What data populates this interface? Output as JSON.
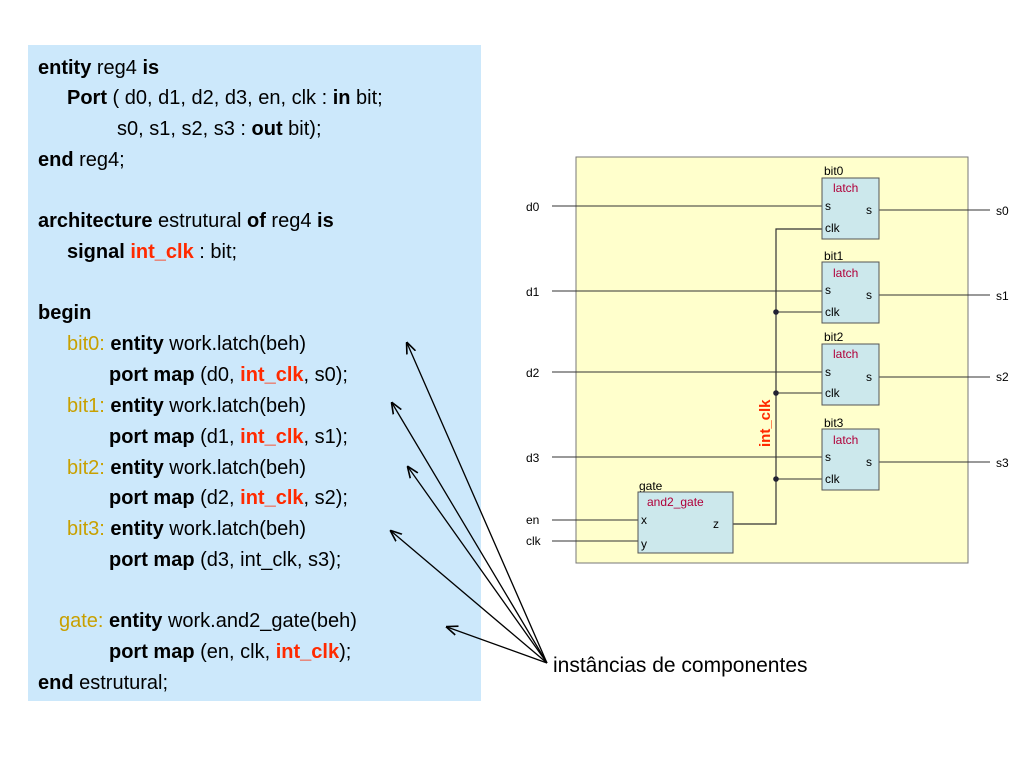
{
  "code": {
    "l1": {
      "k1": "entity",
      "t1": " reg4 ",
      "k2": "is"
    },
    "l2": {
      "k1": "Port",
      "t1": " ( d0, d1, d2, d3, en, clk : ",
      "k2": "in",
      "t2": " bit;"
    },
    "l3": {
      "t1": "s0, s1, s2, s3 : ",
      "k1": "out",
      "t2": " bit);"
    },
    "l4": {
      "k1": "end",
      "t1": " reg4;"
    },
    "l5": {
      "k1": "architecture",
      "t1": " estrutural ",
      "k2": "of",
      "t2": " reg4 ",
      "k3": "is"
    },
    "l6": {
      "k1": "signal",
      "s1": "int_clk",
      "t1": " : bit;"
    },
    "l7": {
      "k1": "begin"
    },
    "inst": [
      {
        "label": "bit0:",
        "k1": "entity",
        "t1": " work.latch(beh)",
        "k2": "port map",
        "t2": " (d0, ",
        "s1": "int_clk",
        "t3": ", s0);"
      },
      {
        "label": "bit1:",
        "k1": "entity",
        "t1": " work.latch(beh)",
        "k2": "port map",
        "t2": " (d1, ",
        "s1": "int_clk",
        "t3": ", s1);"
      },
      {
        "label": "bit2:",
        "k1": "entity",
        "t1": " work.latch(beh)",
        "k2": "port map",
        "t2": " (d2, ",
        "s1": "int_clk",
        "t3": ", s2);"
      },
      {
        "label": "bit3:",
        "k1": "entity",
        "t1": " work.latch(beh)",
        "k2": "port map",
        "t2": " (d3, int_clk, s3);"
      }
    ],
    "gate": {
      "label": "gate:",
      "k1": "entity",
      "t1": " work.and2_gate(beh)",
      "k2": "port map",
      "t2": " (en, clk, ",
      "s1": "int_clk",
      "t3": ");"
    },
    "l_end": {
      "k1": "end",
      "t1": " estrutural;"
    }
  },
  "callout": "instâncias de componentes",
  "circuit": {
    "inputs": [
      "d0",
      "d1",
      "d2",
      "d3",
      "en",
      "clk"
    ],
    "outputs": [
      "s0",
      "s1",
      "s2",
      "s3"
    ],
    "latches": [
      {
        "name": "bit0",
        "type": "latch",
        "in_port": "s",
        "out_port": "s",
        "clk_port": "clk"
      },
      {
        "name": "bit1",
        "type": "latch",
        "in_port": "s",
        "out_port": "s",
        "clk_port": "clk"
      },
      {
        "name": "bit2",
        "type": "latch",
        "in_port": "s",
        "out_port": "s",
        "clk_port": "clk"
      },
      {
        "name": "bit3",
        "type": "latch",
        "in_port": "s",
        "out_port": "s",
        "clk_port": "clk"
      }
    ],
    "gate": {
      "name": "gate",
      "type": "and2_gate",
      "in1": "x",
      "in2": "y",
      "out": "z"
    },
    "signal_label": "int_clk",
    "colors": {
      "panel": "#ffffcc",
      "block": "#cce8ec",
      "type_text": "#b0003a",
      "signal": "#ff2a00",
      "label": "#c8a000",
      "code_bg": "#cce8fb"
    }
  }
}
